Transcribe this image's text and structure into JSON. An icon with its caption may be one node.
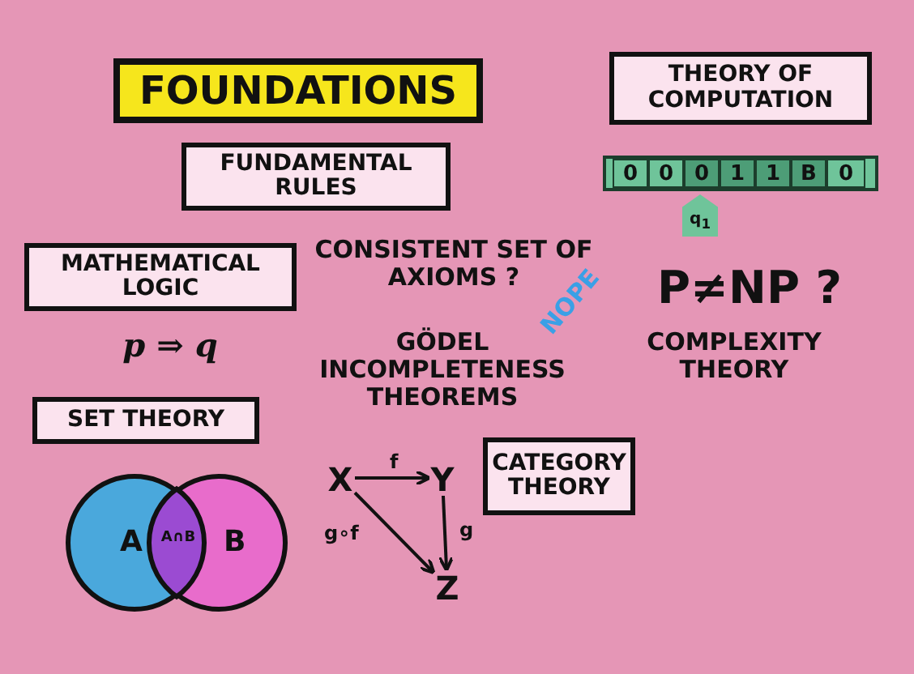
{
  "diagram": {
    "nodes": [
      {
        "text": [
          "FOUNDATIONS"
        ]
      },
      {
        "text": [
          "THEORY OF COMPUTATION"
        ]
      },
      {
        "text": [
          "FUNDAMENTAL RULES"
        ]
      },
      {
        "text": [
          "MATHEMATICAL LOGIC"
        ]
      },
      {
        "text": [
          "SET THEORY"
        ]
      },
      {
        "text": [
          "CATEGORY THEORY"
        ]
      },
      {
        "text": [
          "X"
        ]
      },
      {
        "text": [
          "Y"
        ]
      },
      {
        "text": [
          "A"
        ]
      },
      {
        "text": [
          "B"
        ]
      },
      {
        "text": [
          "Z"
        ]
      }
    ],
    "edges": [
      {
        "from": 6,
        "to": 7,
        "arrow": "to",
        "label": "f"
      },
      {
        "from": 7,
        "to": 10,
        "arrow": "to",
        "label": "g"
      },
      {
        "from": 6,
        "to": 10,
        "arrow": "to",
        "label": "g∘f"
      }
    ],
    "labels": [
      "0",
      "0",
      "0",
      "1",
      "1",
      "B",
      "0",
      "q$_{1}$",
      "CONSISTENT SET OF AXIOMS ?",
      "P≠NP ?",
      "NOPE",
      "p ⇒ q",
      "GÖDEL INCOMPLETENESS THEOREMS",
      "COMPLEXITY THEORY",
      "A∩B"
    ]
  }
}
